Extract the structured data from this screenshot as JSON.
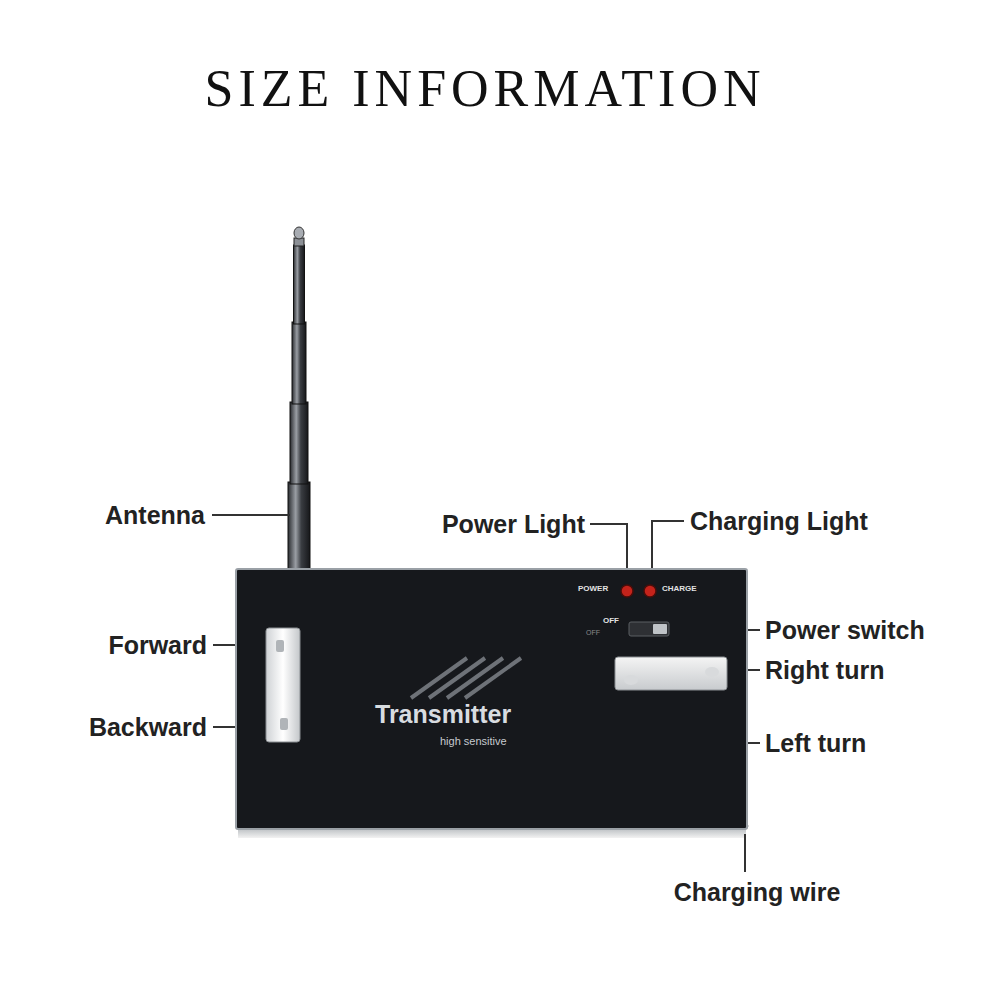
{
  "diagram": {
    "title": "SIZE INFORMATION",
    "nodes": [
      {
        "text": [
          "Transmitter",
          "high sensitive"
        ]
      }
    ],
    "labels": [
      "Antenna",
      "Power Light",
      "Charging Light",
      "POWER",
      "CHARGE",
      "OFF",
      "OFF",
      "Power switch",
      "Forward",
      "Right turn",
      "Backward",
      "Left turn",
      "Charging wire"
    ]
  }
}
